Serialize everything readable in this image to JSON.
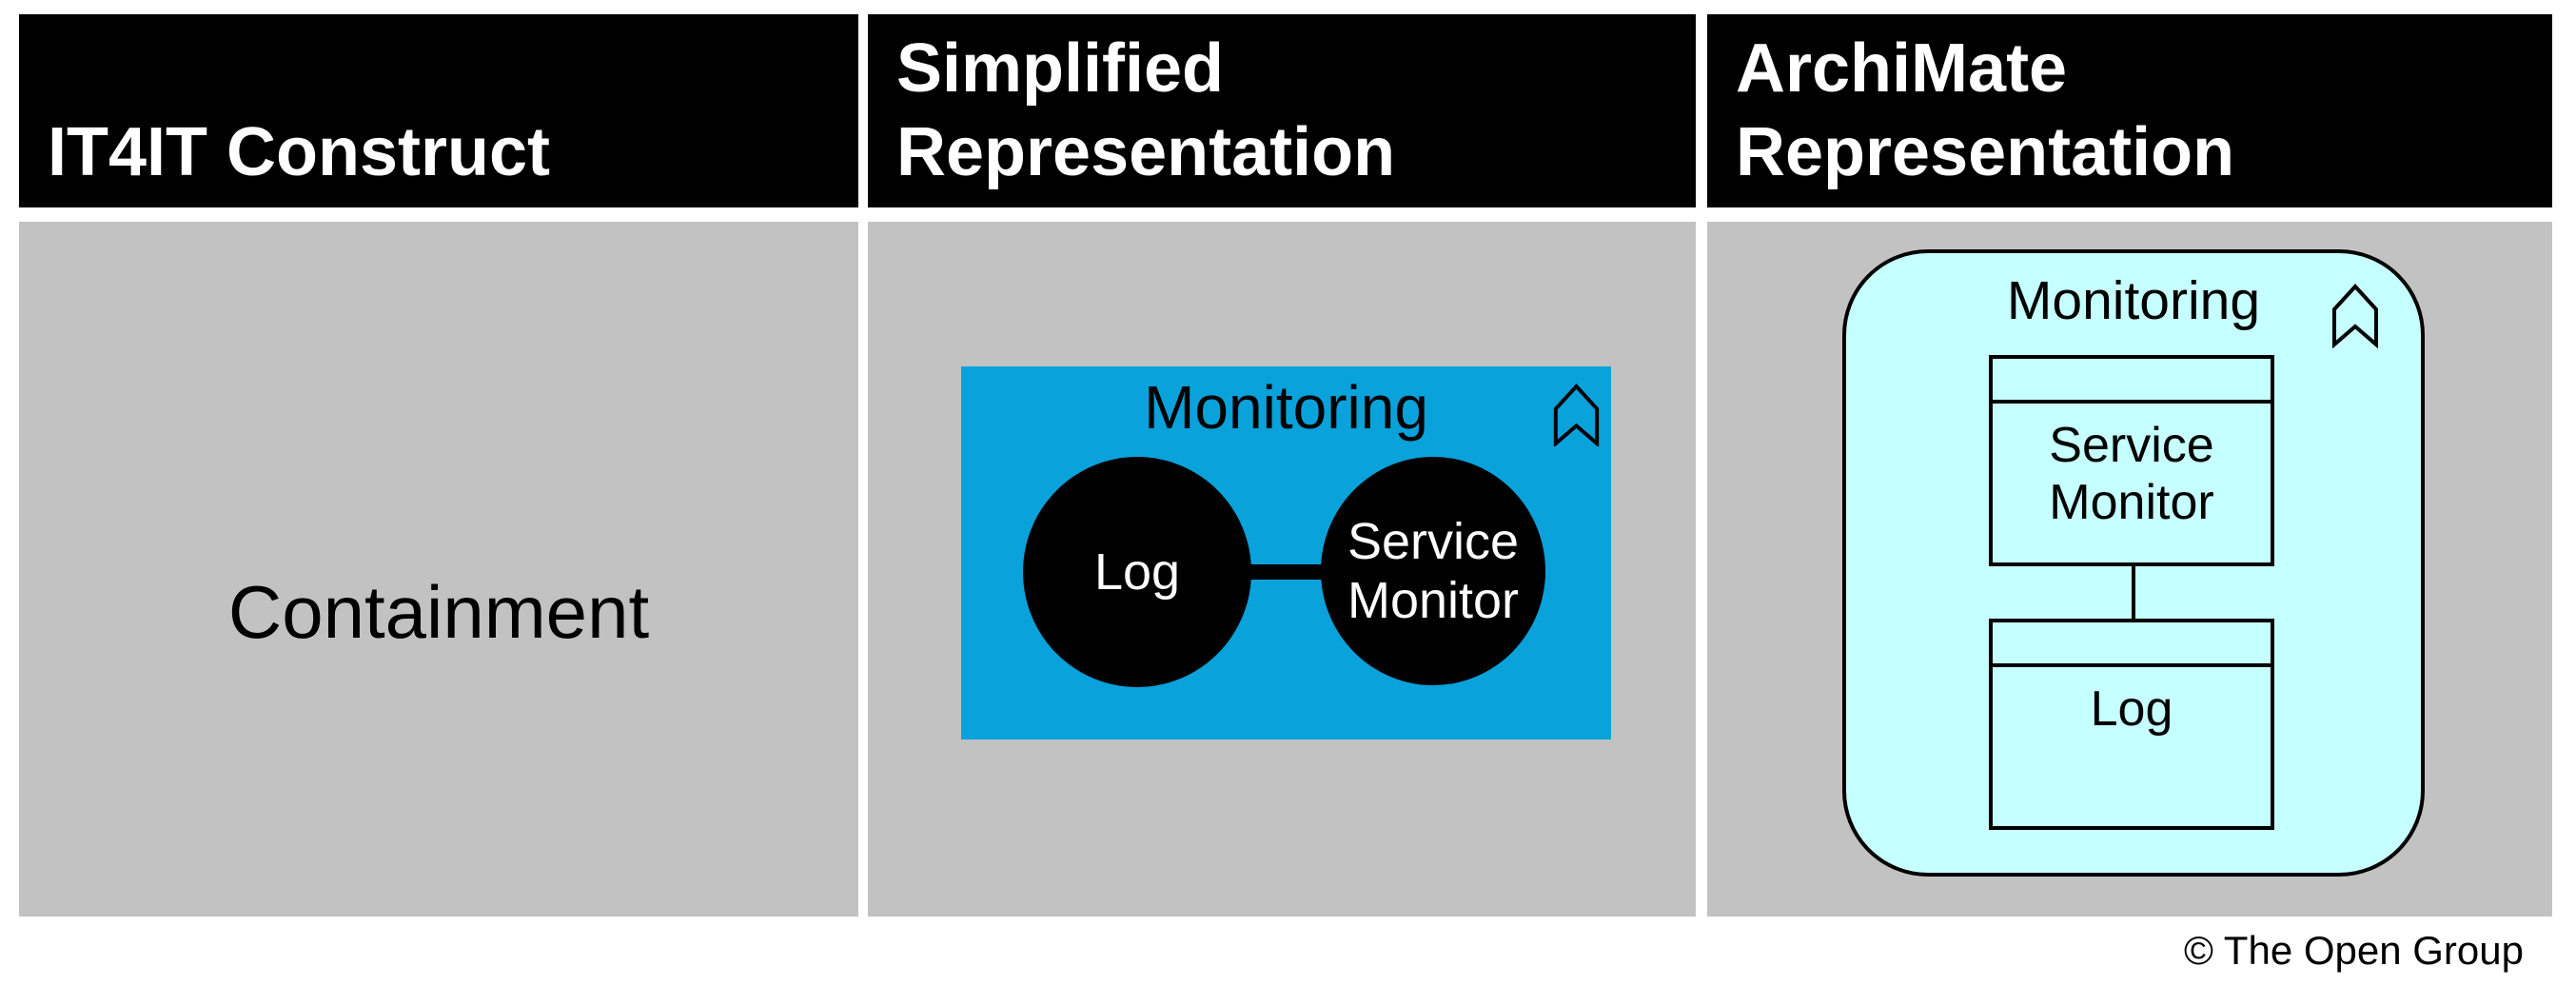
{
  "table": {
    "columns": [
      {
        "header": "IT4IT Construct"
      },
      {
        "header": "Simplified Representation"
      },
      {
        "header": "ArchiMate Representation"
      }
    ],
    "row": {
      "construct": "Containment",
      "simplified": {
        "group_title": "Monitoring",
        "group_icon": "chevron-bookmark-icon",
        "nodes": [
          {
            "label": "Log"
          },
          {
            "label": "Service Monitor"
          }
        ]
      },
      "archimate": {
        "group_title": "Monitoring",
        "group_icon": "chevron-bookmark-icon",
        "components": [
          {
            "label": "Service Monitor"
          },
          {
            "label": "Log"
          }
        ]
      }
    }
  },
  "footer": {
    "copyright": "© The Open Group"
  },
  "colors": {
    "header_bg": "#000000",
    "header_text": "#ffffff",
    "body_cell_bg": "#c2c2c2",
    "simplified_group_fill": "#09a2db",
    "archimate_group_fill": "#c6ffff",
    "node_fill": "#000000",
    "node_text": "#ffffff",
    "outline": "#000000"
  }
}
